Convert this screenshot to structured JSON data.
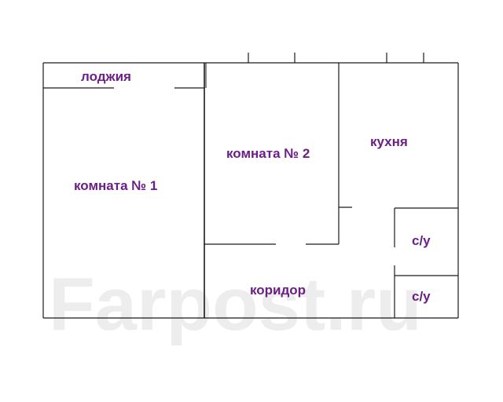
{
  "colors": {
    "wall": "#1a1a1a",
    "label": "#6b1f86",
    "background": "#ffffff",
    "watermark": "#ededed"
  },
  "rooms": {
    "loggia": "лоджия",
    "room1": "комната № 1",
    "room2": "комната № 2",
    "kitchen": "кухня",
    "bathroom1": "с/у",
    "bathroom2": "с/у",
    "corridor": "коридор"
  },
  "watermark": {
    "text": "Farpost.ru"
  }
}
